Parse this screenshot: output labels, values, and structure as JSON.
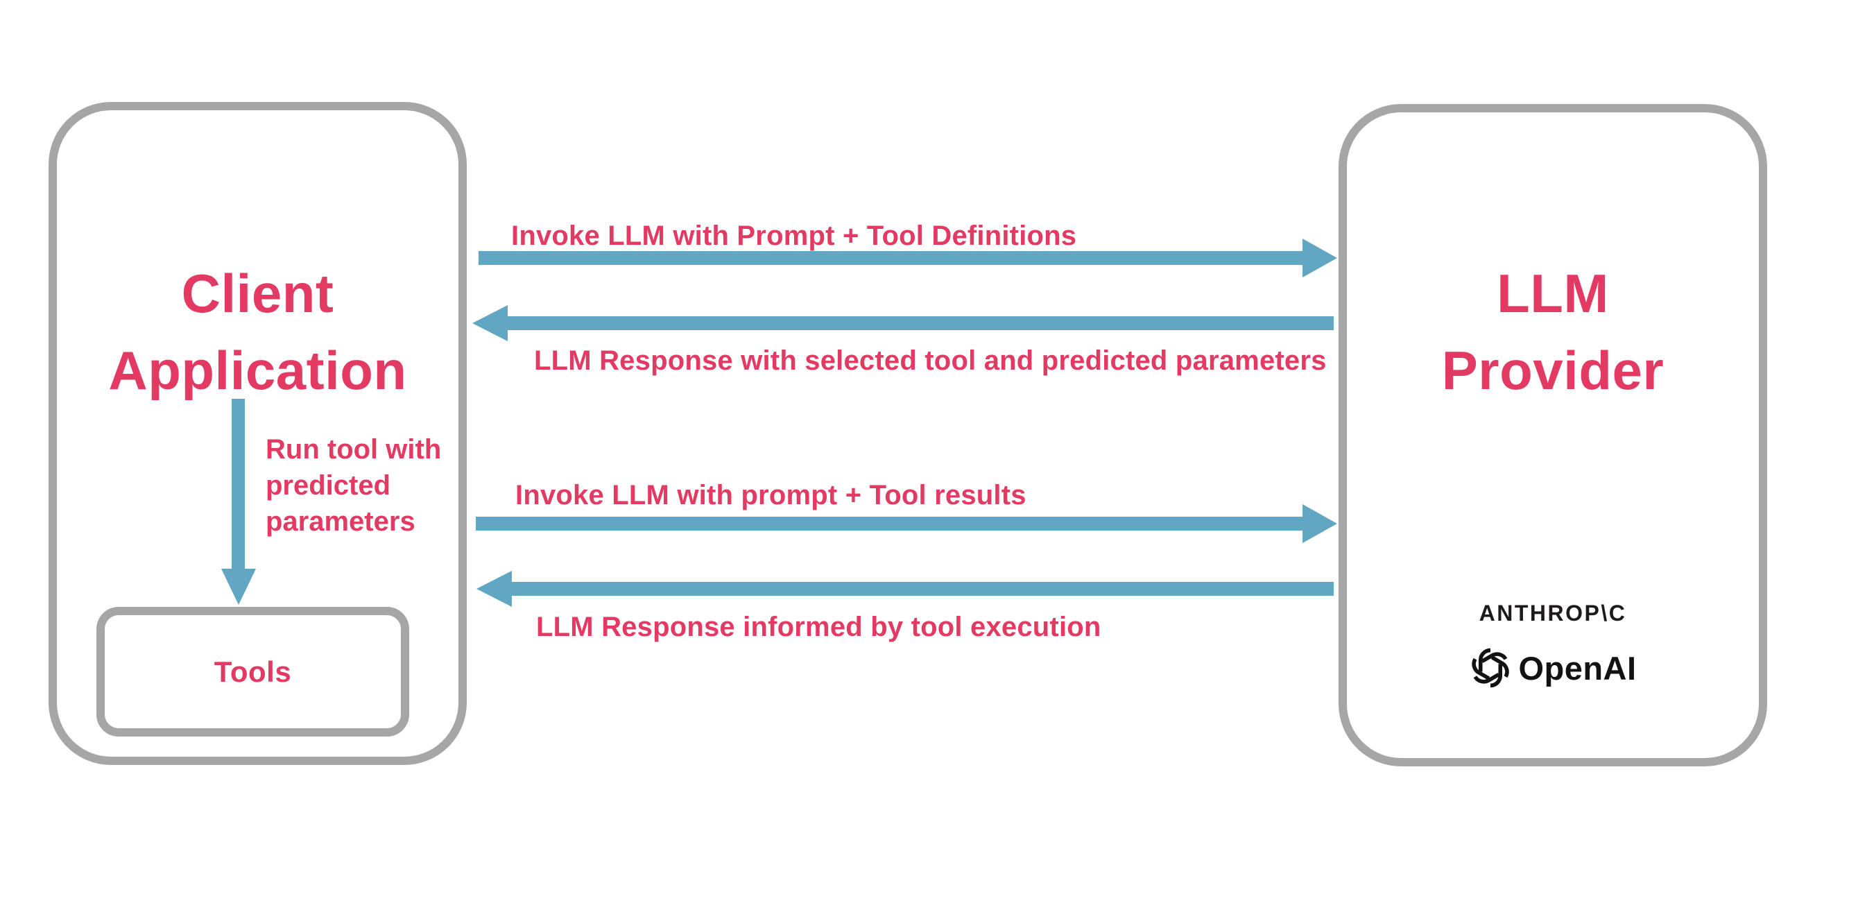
{
  "client": {
    "title_line1": "Client",
    "title_line2": "Application"
  },
  "llm": {
    "title_line1": "LLM",
    "title_line2": "Provider"
  },
  "tools": {
    "label": "Tools"
  },
  "messages": {
    "m1": "Invoke LLM with Prompt + Tool Definitions",
    "m2": "LLM Response with selected tool and predicted parameters",
    "m3": "Invoke LLM with prompt + Tool results",
    "m4": "LLM Response informed by tool execution",
    "run_tool": "Run tool with\npredicted\nparameters"
  },
  "logos": {
    "anthropic": "ANTHROP\\C",
    "openai": "OpenAI"
  },
  "colors": {
    "label_pink": "#e23a63",
    "arrow_blue": "#61a6c2",
    "box_gray": "#a6a6a6",
    "logo_black": "#1e1a1b"
  }
}
